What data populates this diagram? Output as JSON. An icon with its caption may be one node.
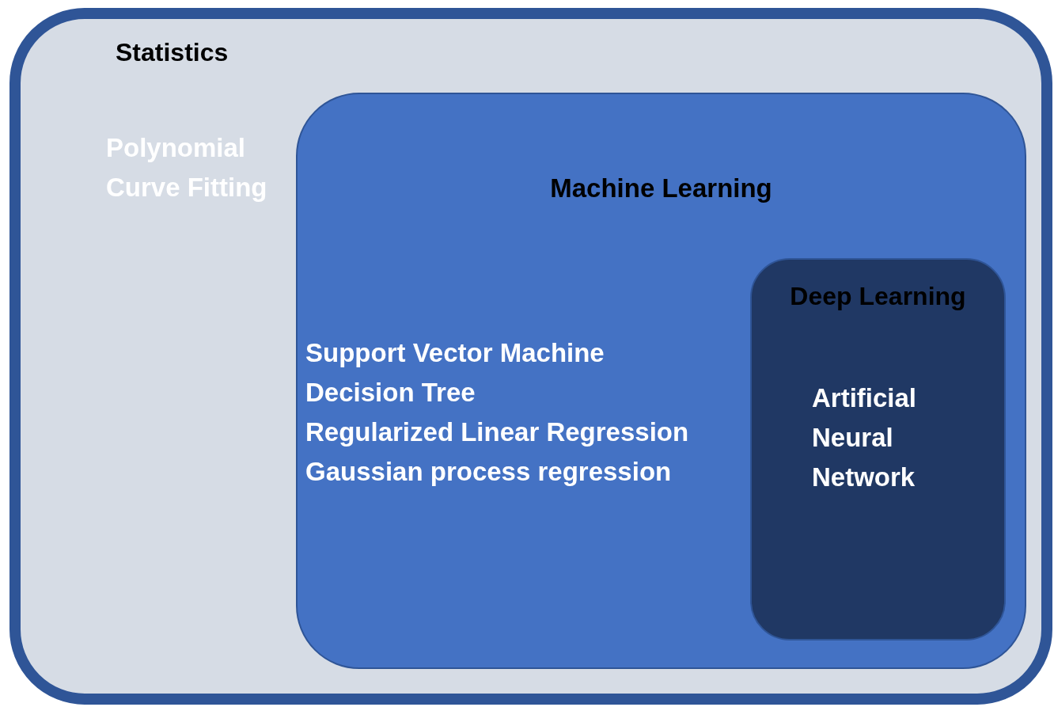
{
  "diagram": {
    "nodes": [
      {
        "text": [
          "Statistics",
          "Polynomial Curve Fitting"
        ]
      },
      {
        "text": [
          "Machine Learning",
          "Support Vector Machine",
          "Decision Tree",
          "Regularized Linear Regression",
          "Gaussian process regression"
        ],
        "in": 0
      },
      {
        "text": [
          "Deep Learning",
          "Artificial Neural Network"
        ],
        "in": 1
      }
    ]
  }
}
